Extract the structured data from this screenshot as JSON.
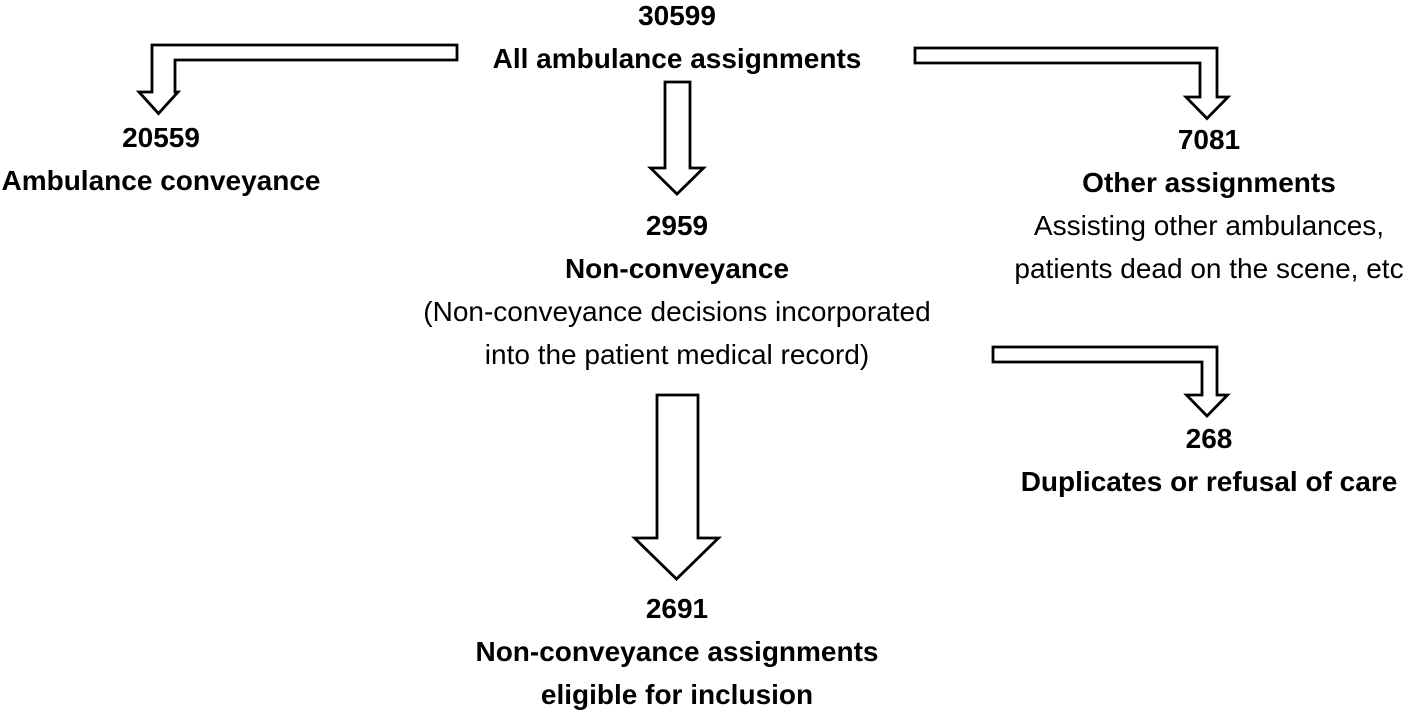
{
  "colors": {
    "background": "#ffffff",
    "line": "#000000",
    "text": "#000000"
  },
  "nodes": {
    "all_assignments": {
      "count": "30599",
      "title": "All ambulance assignments"
    },
    "ambulance_conveyance": {
      "count": "20559",
      "title": "Ambulance conveyance"
    },
    "non_conveyance": {
      "count": "2959",
      "title": "Non-conveyance",
      "note_line1": "(Non-conveyance decisions incorporated",
      "note_line2": "into the patient medical record)"
    },
    "other_assignments": {
      "count": "7081",
      "title": "Other assignments",
      "note_line1": "Assisting other ambulances,",
      "note_line2": "patients dead on the scene, etc"
    },
    "duplicates": {
      "count": "268",
      "title": "Duplicates or refusal of care"
    },
    "eligible": {
      "count": "2691",
      "title_line1": "Non-conveyance assignments",
      "title_line2": "eligible for inclusion"
    }
  },
  "arrows": [
    {
      "name": "arrow-all-to-conveyance",
      "from": "all_assignments",
      "to": "ambulance_conveyance"
    },
    {
      "name": "arrow-all-to-non-conveyance",
      "from": "all_assignments",
      "to": "non_conveyance"
    },
    {
      "name": "arrow-all-to-other",
      "from": "all_assignments",
      "to": "other_assignments"
    },
    {
      "name": "arrow-non-conveyance-to-duplicates",
      "from": "non_conveyance",
      "to": "duplicates"
    },
    {
      "name": "arrow-non-conveyance-to-eligible",
      "from": "non_conveyance",
      "to": "eligible"
    }
  ]
}
